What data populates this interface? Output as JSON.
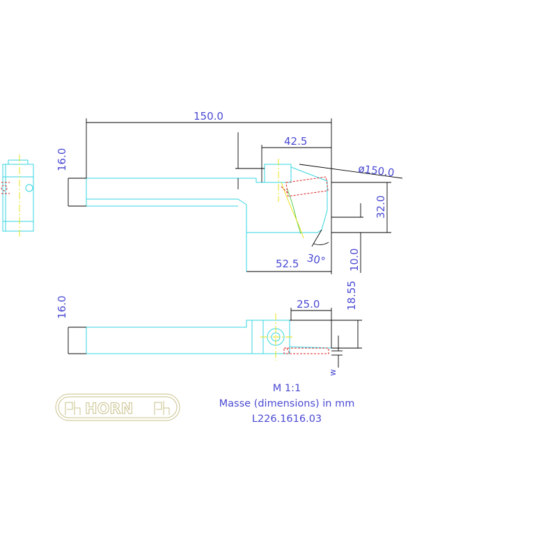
{
  "dimensions": {
    "overall_length": "150.0",
    "head_length": "42.5",
    "diameter": "ø150.0",
    "shank_height_side": "16.0",
    "depth": "32.0",
    "angle": "30°",
    "head_width": "52.5",
    "offset": "10.0",
    "shank_height_top": "16.0",
    "insert_length": "25.0",
    "height_1855": "18.55",
    "width_symbol": "w"
  },
  "title_block": {
    "scale": "M 1:1",
    "units": "Masse (dimensions) in mm",
    "part_number": "L226.1616.03"
  },
  "logo": {
    "brand": "HORN"
  },
  "colors": {
    "outline": "#33d6e0",
    "dimension": "#000000",
    "text": "#4a4ad4",
    "centerline": "#e8e000",
    "hidden": "#e02020",
    "logo": "#c9c08a"
  }
}
